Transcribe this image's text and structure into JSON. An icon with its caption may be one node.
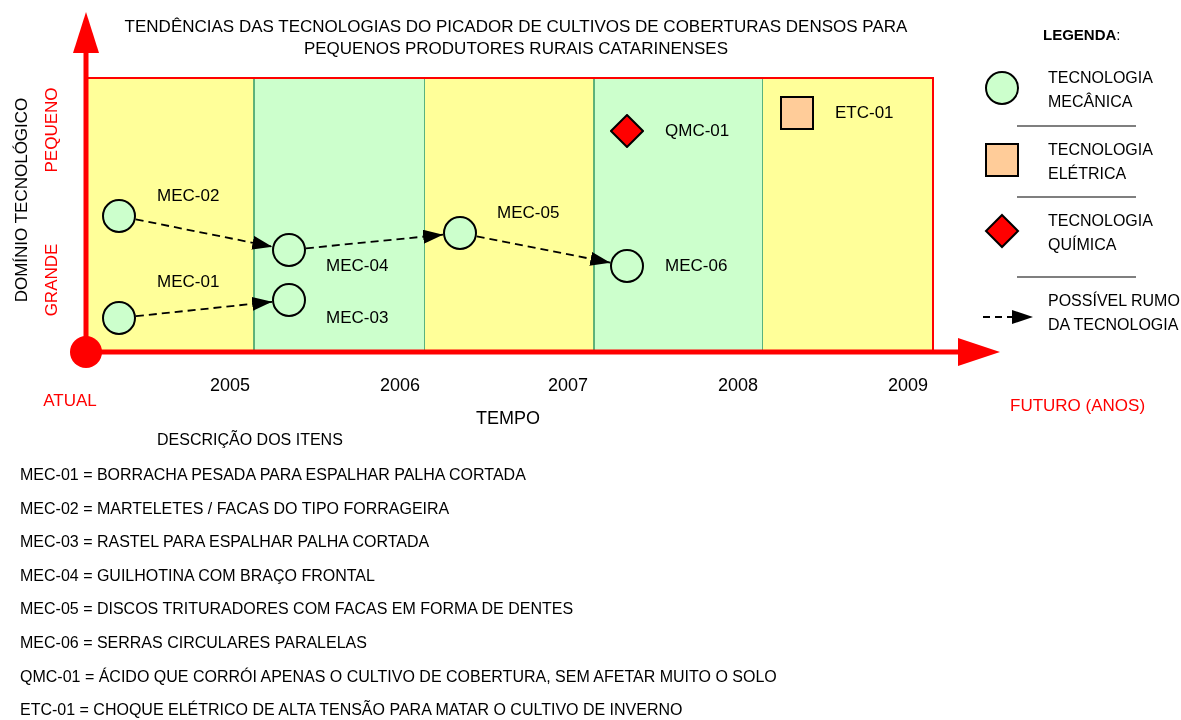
{
  "diagram": {
    "title": "TENDÊNCIAS DAS TECNOLOGIAS DO PICADOR DE CULTIVOS DE COBERTURAS DENSOS PARA PEQUENOS PRODUTORES RURAIS CATARINENSES",
    "nodes": [
      {
        "text": [],
        "shape": "box",
        "beside": [
          "ETC-01"
        ]
      },
      {
        "text": [],
        "shape": "diamond",
        "beside": [
          "QMC-01"
        ]
      },
      {
        "text": [],
        "shape": "circle",
        "beside": [
          "MEC-02"
        ]
      },
      {
        "text": [],
        "shape": "circle",
        "beside": [
          "MEC-05"
        ]
      },
      {
        "text": [],
        "shape": "circle",
        "beside": [
          "MEC-04"
        ]
      },
      {
        "text": [],
        "shape": "circle",
        "beside": [
          "MEC-06"
        ]
      },
      {
        "text": [],
        "shape": "circle",
        "beside": [
          "MEC-03"
        ]
      },
      {
        "text": [],
        "shape": "circle",
        "beside": [
          "MEC-01"
        ]
      }
    ],
    "edges": [
      {
        "from": 2,
        "to": 4,
        "arrow": "to",
        "style": "dashed"
      },
      {
        "from": 4,
        "to": 3,
        "arrow": "to",
        "style": "dashed"
      },
      {
        "from": 3,
        "to": 5,
        "arrow": "to",
        "style": "dashed"
      },
      {
        "from": 7,
        "to": 6,
        "arrow": "to",
        "style": "dashed"
      }
    ],
    "labels": [
      "**LEGENDA**:",
      "DOMÍNIO TECNOLÓGICO",
      "PEQUENO",
      "GRANDE",
      "ATUAL",
      "2005",
      "2006",
      "2007",
      "2008",
      "2009",
      "FUTURO (ANOS)",
      "TEMPO",
      "DESCRIÇÃO DOS ITENS",
      "MEC-01 = BORRACHA PESADA PARA ESPALHAR PALHA CORTADA",
      "MEC-02 = MARTELETES / FACAS DO TIPO FORRAGEIRA",
      "MEC-03 = RASTEL PARA ESPALHAR PALHA CORTADA",
      "MEC-04 = GUILHOTINA COM BRAÇO FRONTAL",
      "MEC-05 = DISCOS TRITURADORES COM FACAS EM FORMA DE DENTES",
      "MEC-06 = SERRAS CIRCULARES PARALELAS",
      "QMC-01 = ÁCIDO QUE CORRÓI APENAS O CULTIVO DE COBERTURA, SEM AFETAR MUITO O SOLO",
      "ETC-01 = CHOQUE ELÉTRICO DE ALTA TENSÃO PARA MATAR O CULTIVO DE INVERNO"
    ],
    "legend": [
      {
        "text": "TECNOLOGIA MECÂNICA"
      },
      {
        "text": "TECNOLOGIA ELÉTRICA"
      },
      {
        "text": "TECNOLOGIA QUÍMICA"
      },
      {
        "text": "POSSÍVEL RUMO DA TECNOLOGIA"
      }
    ]
  }
}
